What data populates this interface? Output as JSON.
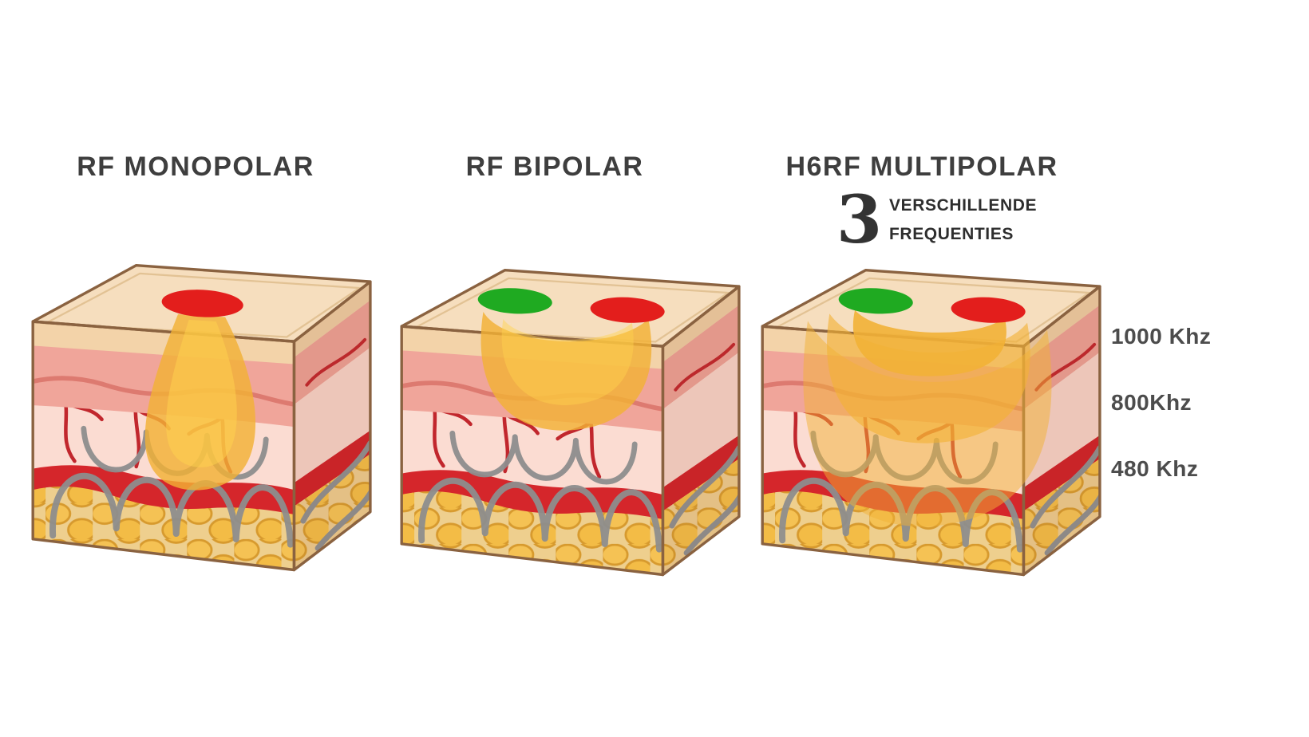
{
  "panels": [
    {
      "title": "RF MONOPOLAR",
      "electrodes": [
        "red"
      ]
    },
    {
      "title": "RF BIPOLAR",
      "electrodes": [
        "green",
        "red"
      ]
    },
    {
      "title": "H6RF MULTIPOLAR",
      "electrodes": [
        "green",
        "red"
      ]
    }
  ],
  "multipolar_note": {
    "number": "3",
    "lines": [
      "VERSCHILLENDE",
      "FREQUENTIES"
    ]
  },
  "frequency_labels": [
    {
      "label": "1000 Khz"
    },
    {
      "label": "800Khz"
    },
    {
      "label": "480 Khz"
    }
  ],
  "colors": {
    "electrode_red": "#e31e1c",
    "electrode_green": "#1faa21",
    "energy": "#f2b136",
    "energy_light": "#ffd34d",
    "title_text": "#3e3e3e",
    "frequency_text": "#4c4c4c"
  }
}
